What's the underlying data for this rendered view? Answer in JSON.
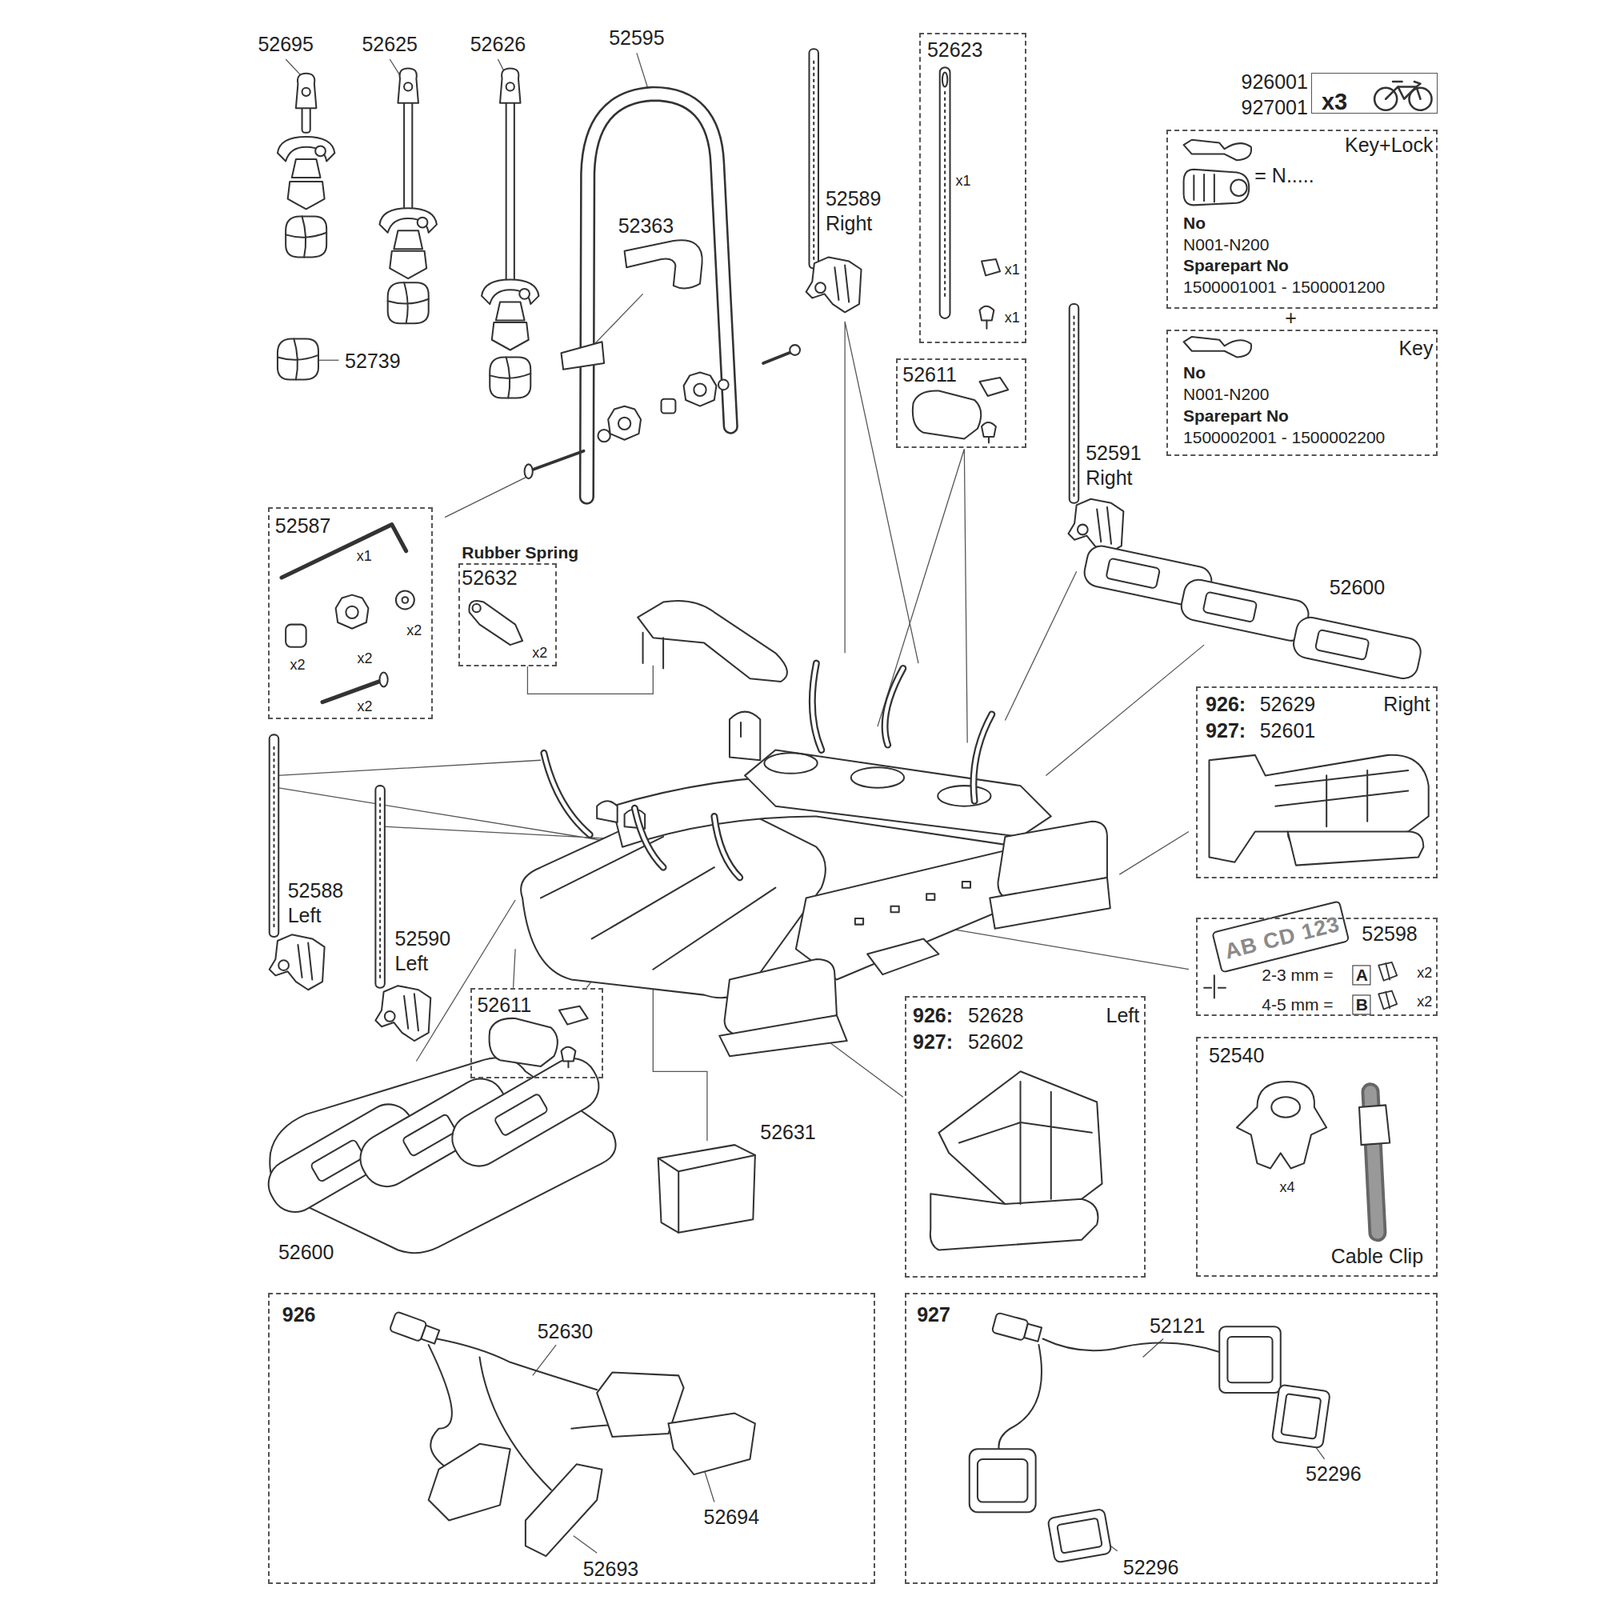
{
  "diagram": {
    "nodes": [
      {
        "text": [
          "926001 927001",
          "x3"
        ]
      },
      {
        "text": [
          "Key+Lock",
          "= N.....",
          "No",
          "N001-N200",
          "Sparepart No",
          "1500001001 - 1500001200"
        ]
      },
      {
        "text": [
          "Key",
          "No",
          "N001-N200",
          "Sparepart No",
          "1500002001 - 1500002200"
        ]
      },
      {
        "text": [
          "52623",
          "x1",
          "x1",
          "x1"
        ]
      },
      {
        "text": [
          "52611"
        ]
      },
      {
        "text": [
          "52587",
          "x1",
          "x2",
          "x2",
          "x2",
          "x2"
        ]
      },
      {
        "text": [
          "Rubber Spring",
          "52632",
          "x2"
        ]
      },
      {
        "text": [
          "926:",
          "52629",
          "927:",
          "52601",
          "Right"
        ]
      },
      {
        "text": [
          "52598",
          "AB CD 123",
          "2-3 mm =",
          "A",
          "x2",
          "4-5 mm =",
          "B",
          "x2"
        ]
      },
      {
        "text": [
          "52611"
        ]
      },
      {
        "text": [
          "926:",
          "52628",
          "927:",
          "52602",
          "Left"
        ]
      },
      {
        "text": [
          "52540",
          "x4",
          "Cable Clip"
        ]
      },
      {
        "text": [
          "926",
          "52630",
          "52694",
          "52693"
        ]
      },
      {
        "text": [
          "927",
          "52121",
          "52296",
          "52296"
        ]
      }
    ],
    "labels": [
      "52695",
      "52625",
      "52626",
      "52595",
      "52363",
      "52739",
      "52589 Right",
      "52591 Right",
      "+",
      "52600",
      "52588 Left",
      "52590 Left",
      "52600",
      "52631"
    ]
  }
}
